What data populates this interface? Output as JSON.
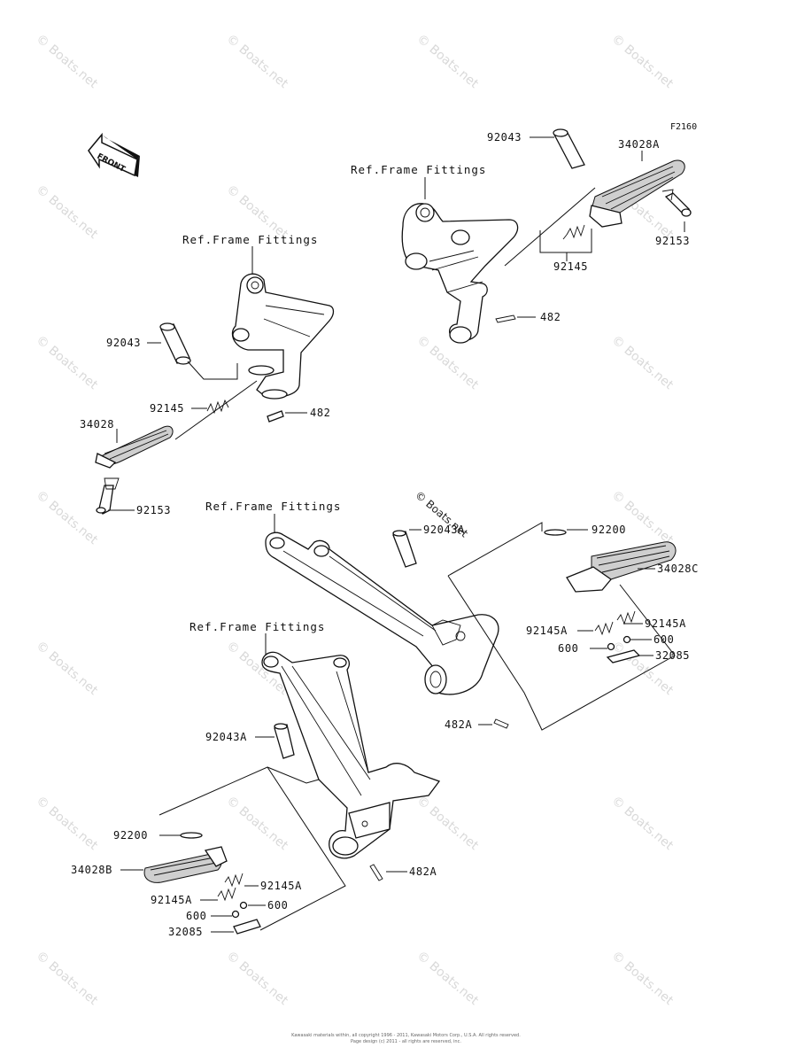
{
  "figure_code": "F2160",
  "front_label": "FRONT",
  "watermark": "© Boats.net",
  "ref_labels": {
    "upper_left": "Ref.Frame Fittings",
    "upper_right": "Ref.Frame Fittings",
    "middle": "Ref.Frame Fittings",
    "lower": "Ref.Frame Fittings"
  },
  "parts": {
    "p92043_ur": "92043",
    "p34028A": "34028A",
    "p92153_ur": "92153",
    "p92145_ur": "92145",
    "p482_ur": "482",
    "p92043_ul": "92043",
    "p92145_ul": "92145",
    "p482_ul": "482",
    "p34028": "34028",
    "p92153_ul": "92153",
    "p92043A_mid": "92043A",
    "p92200_mid": "92200",
    "p34028C": "34028C",
    "p92145A_mid_r": "92145A",
    "p92145A_mid_l": "92145A",
    "p600_mid_r": "600",
    "p600_mid_l": "600",
    "p32085_mid": "32085",
    "p482A_mid": "482A",
    "p92043A_low": "92043A",
    "p92200_low": "92200",
    "p34028B": "34028B",
    "p92145A_low_r": "92145A",
    "p92145A_low_l": "92145A",
    "p600_low_l": "600",
    "p600_low_r": "600",
    "p32085_low": "32085",
    "p482A_low": "482A"
  },
  "copyright": {
    "line1": "Kawasaki materials within, all copyright 1996 - 2011, Kawasaki Motors Corp., U.S.A. All rights reserved.",
    "line2": "Page design (c) 2011 - all rights are reserved, inc."
  }
}
